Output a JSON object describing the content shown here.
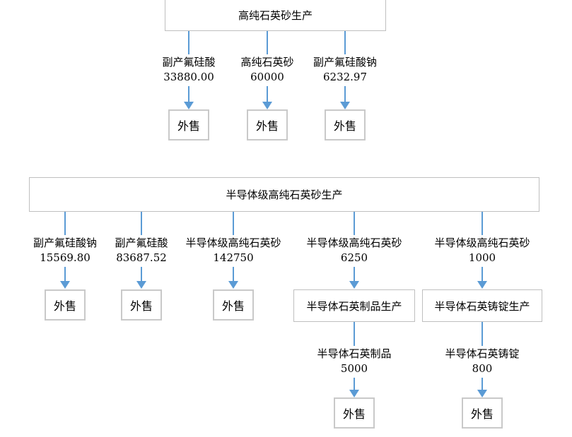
{
  "colors": {
    "arrow": "#5B9BD5",
    "box-border": "#BFBFBF",
    "box-border-small": "#C9C9C9",
    "text": "#000000",
    "bg": "#FFFFFF"
  },
  "section1": {
    "title": "高纯石英砂生产",
    "branches": [
      {
        "name": "副产氟硅酸",
        "value": "33880.00",
        "target": "外售"
      },
      {
        "name": "高纯石英砂",
        "value": "60000",
        "target": "外售"
      },
      {
        "name": "副产氟硅酸钠",
        "value": "6232.97",
        "target": "外售"
      }
    ]
  },
  "section2": {
    "title": "半导体级高纯石英砂生产",
    "branches": [
      {
        "name": "副产氟硅酸钠",
        "value": "15569.80",
        "target": "外售"
      },
      {
        "name": "副产氟硅酸",
        "value": "83687.52",
        "target": "外售"
      },
      {
        "name": "半导体级高纯石英砂",
        "value": "142750",
        "target": "外售"
      },
      {
        "name": "半导体级高纯石英砂",
        "value": "6250",
        "target": "半导体石英制品生产",
        "sub": {
          "name": "半导体石英制品",
          "value": "5000",
          "target": "外售"
        }
      },
      {
        "name": "半导体级高纯石英砂",
        "value": "1000",
        "target": "半导体石英铸锭生产",
        "sub": {
          "name": "半导体石英铸锭",
          "value": "800",
          "target": "外售"
        }
      }
    ]
  }
}
